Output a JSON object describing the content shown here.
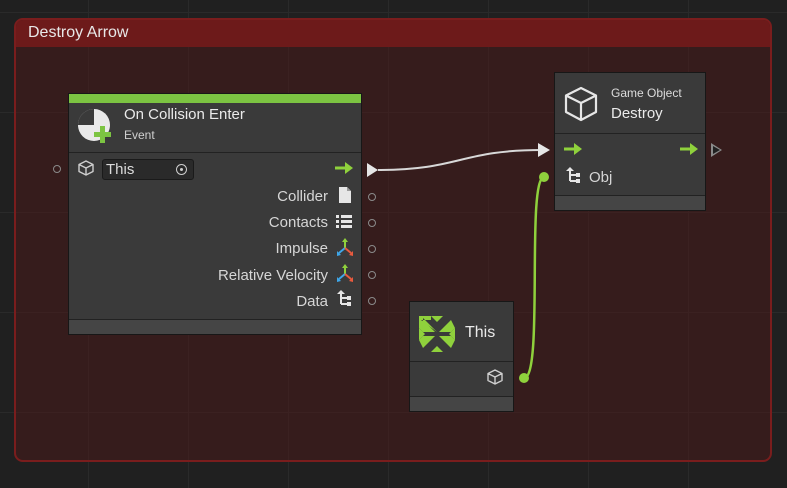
{
  "group": {
    "title": "Destroy Arrow"
  },
  "event_node": {
    "title": "On Collision Enter",
    "subtitle": "Event",
    "target_value": "This",
    "outputs": [
      "Collider",
      "Contacts",
      "Impulse",
      "Relative Velocity",
      "Data"
    ]
  },
  "destroy_node": {
    "category": "Game Object",
    "title": "Destroy",
    "input_label": "Obj"
  },
  "this_node": {
    "title": "This"
  },
  "colors": {
    "accent_green": "#8fd13c",
    "event_bar": "#7cc442",
    "group_border": "#7a1d1d",
    "node_bg": "#3a3a3a"
  }
}
